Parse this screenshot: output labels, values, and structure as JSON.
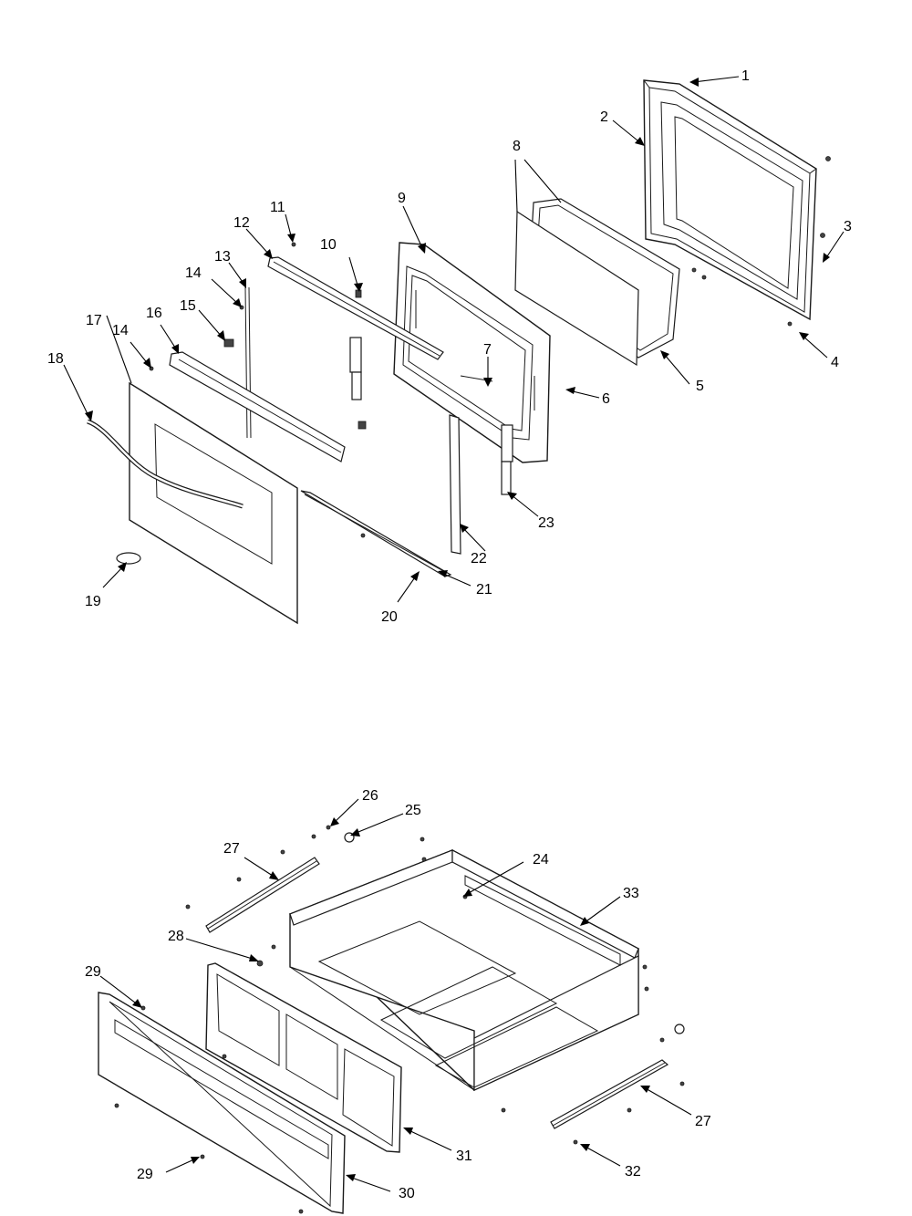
{
  "callouts": [
    {
      "id": "c1",
      "text": "1"
    },
    {
      "id": "c2",
      "text": "2"
    },
    {
      "id": "c3",
      "text": "3"
    },
    {
      "id": "c4",
      "text": "4"
    },
    {
      "id": "c5",
      "text": "5"
    },
    {
      "id": "c6",
      "text": "6"
    },
    {
      "id": "c7",
      "text": "7"
    },
    {
      "id": "c8",
      "text": "8"
    },
    {
      "id": "c9",
      "text": "9"
    },
    {
      "id": "c10",
      "text": "10"
    },
    {
      "id": "c11",
      "text": "11"
    },
    {
      "id": "c12",
      "text": "12"
    },
    {
      "id": "c13",
      "text": "13"
    },
    {
      "id": "c14a",
      "text": "14"
    },
    {
      "id": "c14b",
      "text": "14"
    },
    {
      "id": "c15",
      "text": "15"
    },
    {
      "id": "c16",
      "text": "16"
    },
    {
      "id": "c17",
      "text": "17"
    },
    {
      "id": "c18",
      "text": "18"
    },
    {
      "id": "c19",
      "text": "19"
    },
    {
      "id": "c20",
      "text": "20"
    },
    {
      "id": "c21",
      "text": "21"
    },
    {
      "id": "c22",
      "text": "22"
    },
    {
      "id": "c23",
      "text": "23"
    },
    {
      "id": "c24",
      "text": "24"
    },
    {
      "id": "c25",
      "text": "25"
    },
    {
      "id": "c26",
      "text": "26"
    },
    {
      "id": "c27a",
      "text": "27"
    },
    {
      "id": "c27b",
      "text": "27"
    },
    {
      "id": "c28",
      "text": "28"
    },
    {
      "id": "c29a",
      "text": "29"
    },
    {
      "id": "c29b",
      "text": "29"
    },
    {
      "id": "c30",
      "text": "30"
    },
    {
      "id": "c31",
      "text": "31"
    },
    {
      "id": "c32",
      "text": "32"
    },
    {
      "id": "c33",
      "text": "33"
    }
  ]
}
